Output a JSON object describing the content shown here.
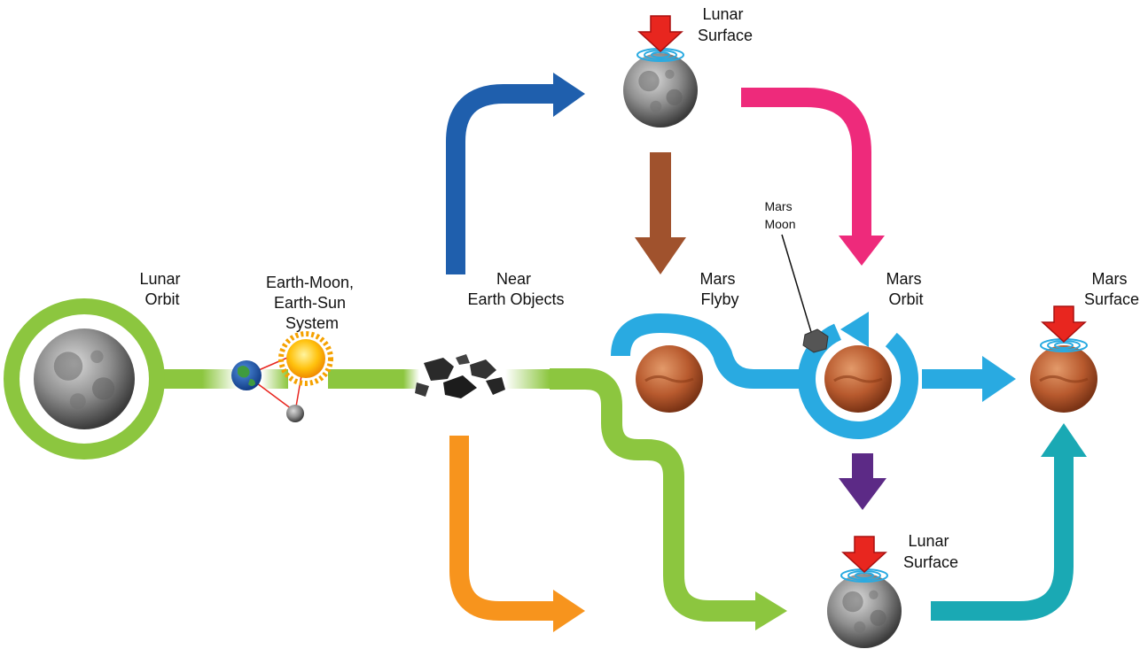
{
  "labels": {
    "lunar_orbit": [
      "Lunar",
      "Orbit"
    ],
    "earth_moon": [
      "Earth-Moon,",
      "Earth-Sun",
      "System"
    ],
    "near_earth": [
      "Near",
      "Earth Objects"
    ],
    "lunar_surface_top": [
      "Lunar",
      "Surface"
    ],
    "mars_flyby": [
      "Mars",
      "Flyby"
    ],
    "mars_moon": [
      "Mars",
      "Moon"
    ],
    "mars_orbit": [
      "Mars",
      "Orbit"
    ],
    "mars_surface": [
      "Mars",
      "Surface"
    ],
    "lunar_surface_bottom": [
      "Lunar",
      "Surface"
    ]
  },
  "colors": {
    "green": "#8cc63f",
    "blue": "#1f5fad",
    "pink": "#ee2a7b",
    "brown": "#a0522d",
    "cyan": "#29aae1",
    "purple": "#5c2a86",
    "orange": "#f7941d",
    "teal": "#1aa9b4",
    "red": "#e8261f"
  }
}
